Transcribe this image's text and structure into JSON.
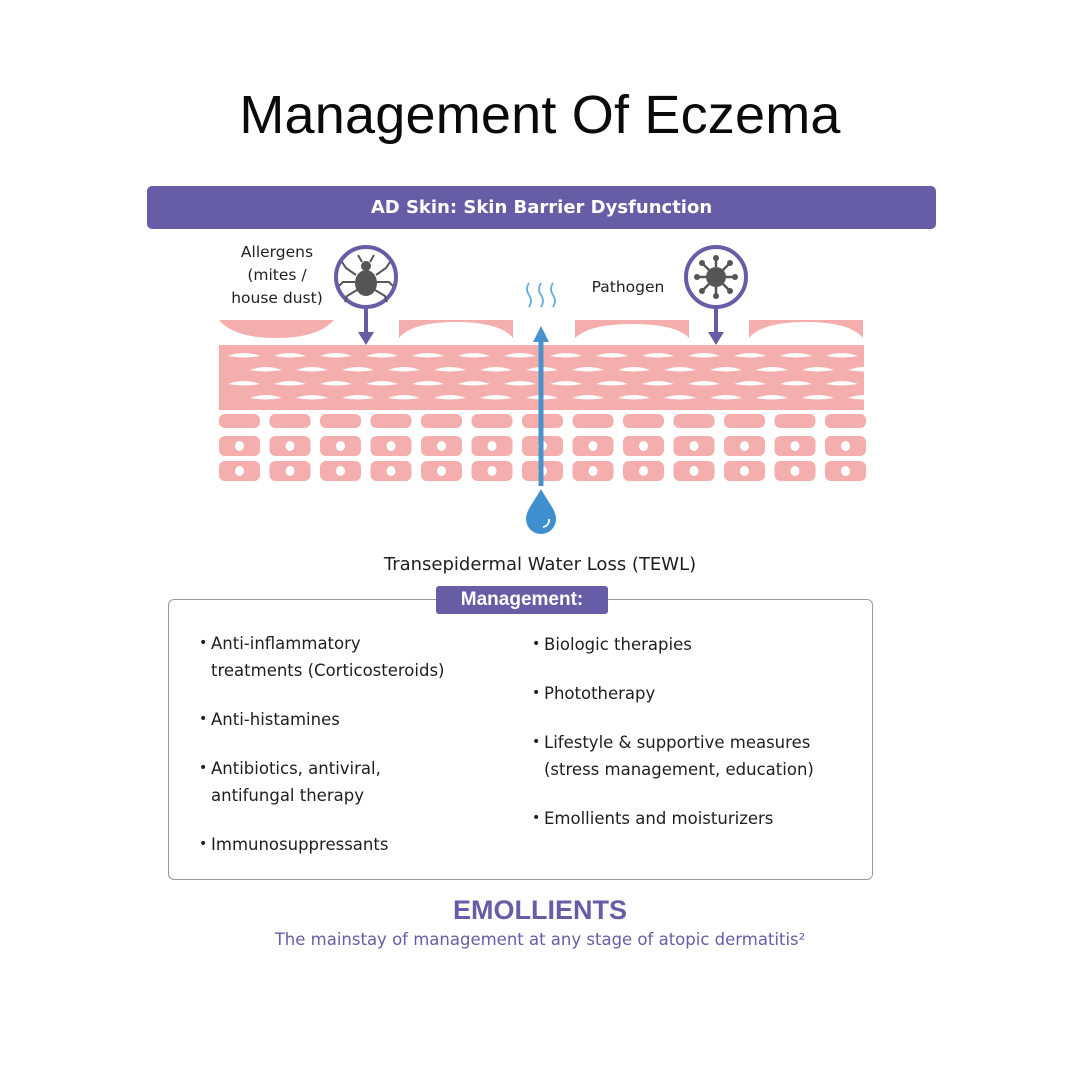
{
  "title": "Management Of Eczema",
  "banner": "AD Skin: Skin Barrier Dysfunction",
  "labels": {
    "allergens_line1": "Allergens",
    "allergens_line2": "(mites /",
    "allergens_line3": "house dust)",
    "pathogen": "Pathogen",
    "tewl": "Transepidermal Water Loss (TEWL)"
  },
  "icons": {
    "allergen": "mite-icon",
    "pathogen": "virus-icon",
    "water": "water-drop-icon",
    "evaporation": "evaporation-waves-icon"
  },
  "management": {
    "heading": "Management:",
    "left": [
      {
        "line1": "Anti-inflammatory",
        "line2": "treatments (Corticosteroids)"
      },
      {
        "line1": "Anti-histamines",
        "line2": ""
      },
      {
        "line1": "Antibiotics, antiviral,",
        "line2": "antifungal therapy"
      },
      {
        "line1": "Immunosuppressants",
        "line2": ""
      }
    ],
    "right": [
      {
        "line1": "Biologic therapies",
        "line2": ""
      },
      {
        "line1": "Phototherapy",
        "line2": ""
      },
      {
        "line1": "Lifestyle & supportive measures",
        "line2": "(stress management, education)"
      },
      {
        "line1": "Emollients and moisturizers",
        "line2": ""
      }
    ]
  },
  "emollients": {
    "heading": "EMOLLIENTS",
    "subtext": "The mainstay of management at any stage of atopic dermatitis²"
  },
  "colors": {
    "accent": "#665da6",
    "skin": "#f4aeae",
    "water": "#3f8fcf",
    "icon_dark": "#555555"
  }
}
